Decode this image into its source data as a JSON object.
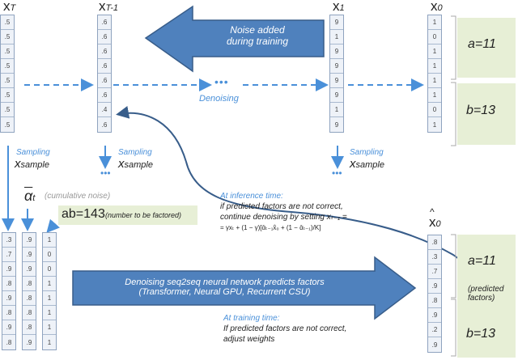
{
  "vars": {
    "xT": "x",
    "xT_sub": "T",
    "xT1": "x",
    "xT1_sub": "T-1",
    "x1": "x",
    "x1_sub": "1",
    "x0": "x",
    "x0_sub": "0",
    "x0hat": "x",
    "x0hat_sub": "0",
    "x0hat_mark": "^"
  },
  "columns": {
    "xT": [
      ".5",
      ".5",
      ".5",
      ".5",
      ".5",
      ".5",
      ".5",
      ".5"
    ],
    "xT1": [
      ".6",
      ".6",
      ".6",
      ".6",
      ".6",
      ".6",
      ".4",
      ".6"
    ],
    "x1": [
      "9",
      "1",
      "9",
      "9",
      "9",
      "9",
      "1",
      "9"
    ],
    "x0": [
      "1",
      "0",
      "1",
      "1",
      "1",
      "1",
      "0",
      "1"
    ],
    "bottom1": [
      ".3",
      ".7",
      ".9",
      ".8",
      ".9",
      ".8",
      ".9",
      ".8"
    ],
    "bottom2": [
      ".9",
      ".9",
      ".9",
      ".8",
      ".8",
      ".8",
      ".8",
      ".9"
    ],
    "bottom3": [
      "1",
      "0",
      "0",
      "1",
      "1",
      "1",
      "1",
      "1"
    ],
    "x0hat": [
      ".8",
      ".3",
      ".7",
      ".9",
      ".8",
      ".9",
      ".2",
      ".9"
    ]
  },
  "top_arrow": {
    "line1": "Noise added",
    "line2": "during training"
  },
  "denoising": {
    "label": "Denoising",
    "dots": "•••"
  },
  "sampling": [
    {
      "label": "Sampling",
      "x": "x",
      "sub": "sample"
    },
    {
      "label": "Sampling",
      "x": "x",
      "sub": "sample"
    },
    {
      "label": "Sampling",
      "x": "x",
      "sub": "sample"
    }
  ],
  "ellipsis": "•••",
  "a_label": "a=11",
  "b_label": "b=13",
  "a_label2": "a=11",
  "b_label2": "b=13",
  "predicted": {
    "line1": "(predicted",
    "line2": "factors)"
  },
  "alpha": {
    "symbol": "α",
    "sub": "t",
    "note": "(cumulative noise)"
  },
  "ab": {
    "value": "ab=143",
    "note": "(number to be factored)"
  },
  "inference": {
    "head": "At inference time:",
    "line1": "if predicted factors are not correct,",
    "line2": "continue denoising by setting",
    "formula1": "xₜ₋₁ =",
    "formula2": "= γxₜ + (1 − γ)[ᾱₜ₋₁x̂₀ + (1 − ᾱₜ₋₁)/K]"
  },
  "big_arrow": {
    "line1": "Denoising seq2seq neural network predicts factors",
    "line2": "(Transformer, Neural GPU, Recurrent CSU)"
  },
  "training": {
    "head": "At training time:",
    "line1": "If predicted factors are not correct,",
    "line2": "adjust weights"
  },
  "colors": {
    "arrow_fill": "#4f81bd",
    "arrow_stroke": "#385d8a",
    "light_blue": "#4a90d9",
    "box_green": "#e7efd6"
  }
}
